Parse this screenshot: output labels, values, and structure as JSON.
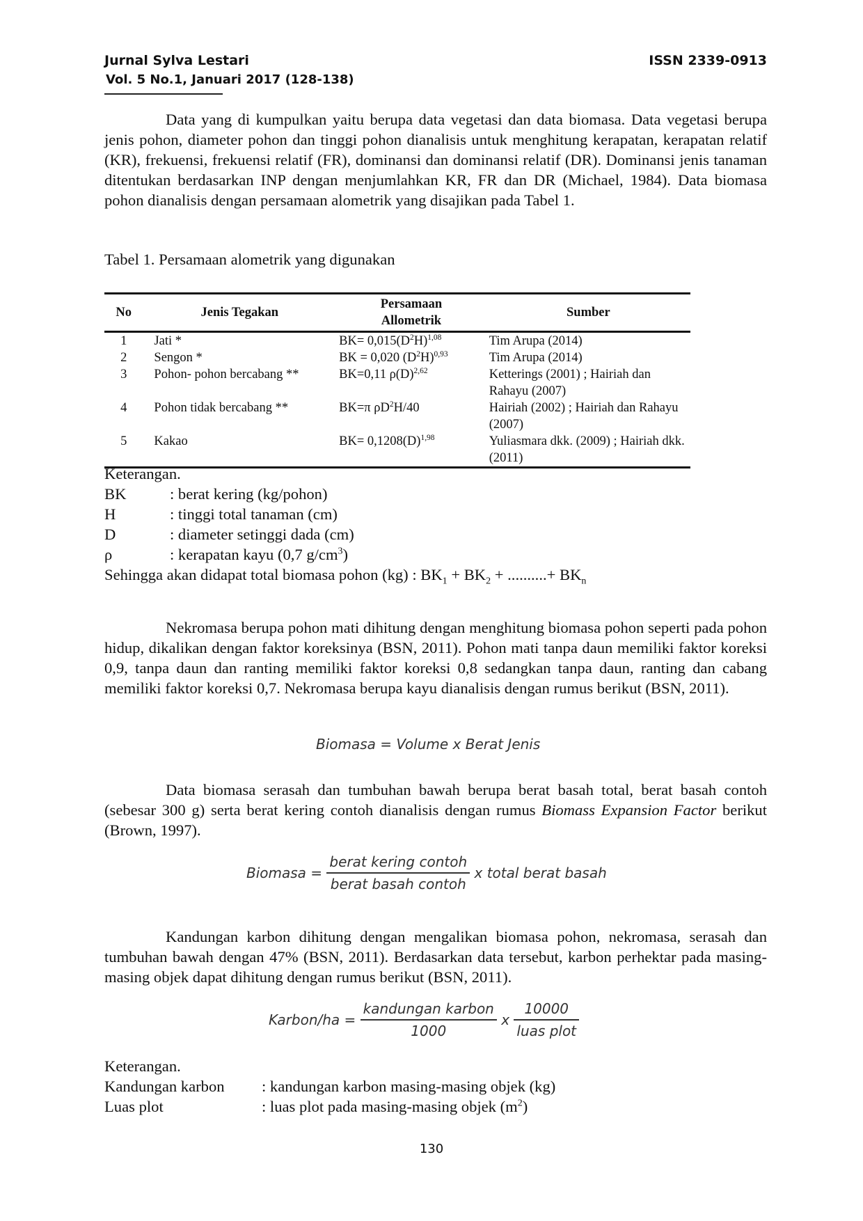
{
  "header": {
    "journal": "Jurnal Sylva Lestari",
    "volume": "Vol. 5 No.1, Januari 2017 (128-138)",
    "issn": "ISSN 2339-0913"
  },
  "paragraph1": "Data yang di kumpulkan yaitu berupa data vegetasi dan data biomasa. Data vegetasi berupa jenis pohon, diameter pohon dan tinggi pohon dianalisis untuk menghitung kerapatan, kerapatan relatif (KR), frekuensi, frekuensi relatif (FR), dominansi dan dominansi relatif (DR). Dominansi jenis tanaman ditentukan berdasarkan INP dengan menjumlahkan KR, FR dan DR (Michael, 1984).  Data biomasa pohon dianalisis dengan persamaan alometrik yang disajikan pada Tabel 1.",
  "table": {
    "caption": "Tabel 1. Persamaan alometrik yang digunakan",
    "headers": {
      "no": "No",
      "jenis": "Jenis Tegakan",
      "persamaan1": "Persamaan",
      "persamaan2": "Allometrik",
      "sumber": "Sumber"
    },
    "rows": [
      {
        "no": "1",
        "jenis": "Jati *",
        "pers_a": "BK= 0,015(D",
        "pers_sup1": "2",
        "pers_b": "H)",
        "pers_sup2": "1,08",
        "pers_c": "",
        "sumber": "Tim Arupa (2014)"
      },
      {
        "no": "2",
        "jenis": "Sengon *",
        "pers_a": "BK = 0,020 (D",
        "pers_sup1": "2",
        "pers_b": "H)",
        "pers_sup2": "0,93",
        "pers_c": "",
        "sumber": "Tim Arupa (2014)"
      },
      {
        "no": "3",
        "jenis": "Pohon- pohon bercabang **",
        "pers_a": "BK=0,11 ρ(D)",
        "pers_sup1": "2,62",
        "pers_b": "",
        "pers_sup2": "",
        "pers_c": "",
        "sumber": "Ketterings (2001) ; Hairiah dan Rahayu (2007)"
      },
      {
        "no": "4",
        "jenis": "Pohon tidak bercabang **",
        "pers_a": "BK=π ρD",
        "pers_sup1": "2",
        "pers_b": "H/40",
        "pers_sup2": "",
        "pers_c": "",
        "sumber": "Hairiah (2002) ; Hairiah dan Rahayu  (2007)"
      },
      {
        "no": "5",
        "jenis": "Kakao",
        "pers_a": "BK= 0,1208(D)",
        "pers_sup1": "1,98",
        "pers_b": "",
        "pers_sup2": "",
        "pers_c": "",
        "sumber": "Yuliasmara dkk. (2009) ; Hairiah dkk. (2011)"
      }
    ]
  },
  "keterangan1": {
    "title": "Keterangan.",
    "items": [
      {
        "key": "BK",
        "value": ": berat kering (kg/pohon)"
      },
      {
        "key": "H",
        "value": ": tinggi total tanaman (cm)"
      },
      {
        "key": "D",
        "value": ": diameter setinggi dada (cm)"
      },
      {
        "key": "ρ",
        "value": ": kerapatan kayu (0,7 g/cm",
        "sup": "3",
        "tail": ")"
      }
    ],
    "total_prefix": "Sehingga akan didapat total biomasa pohon (kg) : BK",
    "total_s1": "1",
    "total_mid": " + BK",
    "total_s2": "2",
    "total_mid2": " + ..........+ BK",
    "total_sn": "n"
  },
  "paragraph2": "Nekromasa berupa pohon mati dihitung dengan menghitung biomasa pohon seperti pada pohon hidup, dikalikan dengan faktor koreksinya (BSN, 2011).  Pohon mati tanpa daun memiliki faktor koreksi 0,9, tanpa daun dan ranting memiliki faktor koreksi 0,8 sedangkan tanpa daun, ranting dan cabang memiliki faktor koreksi 0,7.  Nekromasa berupa kayu dianalisis dengan rumus berikut (BSN, 2011).",
  "formula1": "Biomasa = Volume x Berat Jenis",
  "paragraph3_a": "Data biomasa serasah dan tumbuhan bawah berupa berat basah total, berat basah contoh (sebesar 300 g) serta berat kering contoh dianalisis dengan rumus ",
  "paragraph3_em": "Biomass Expansion Factor",
  "paragraph3_b": " berikut (Brown, 1997).",
  "formula2": {
    "lhs": "Biomasa =",
    "num": "berat kering contoh",
    "den": "berat basah contoh",
    "rhs": "x total berat basah"
  },
  "paragraph4": "Kandungan karbon dihitung dengan mengalikan biomasa pohon, nekromasa, serasah dan tumbuhan bawah dengan 47% (BSN, 2011).  Berdasarkan data tersebut, karbon perhektar pada masing-masing objek dapat dihitung dengan rumus berikut (BSN, 2011).",
  "formula3": {
    "lhs": "Karbon/ha =",
    "num1": "kandungan karbon",
    "den1": "1000",
    "op": "x",
    "num2": "10000",
    "den2": "luas plot"
  },
  "keterangan2": {
    "title": "Keterangan.",
    "items": [
      {
        "key": "Kandungan karbon",
        "value": ": kandungan karbon masing-masing objek (kg)",
        "sup": "",
        "tail": ""
      },
      {
        "key": "Luas plot",
        "value": ": luas plot pada masing-masing objek (m",
        "sup": "2",
        "tail": ")"
      }
    ]
  },
  "page_number": "130"
}
